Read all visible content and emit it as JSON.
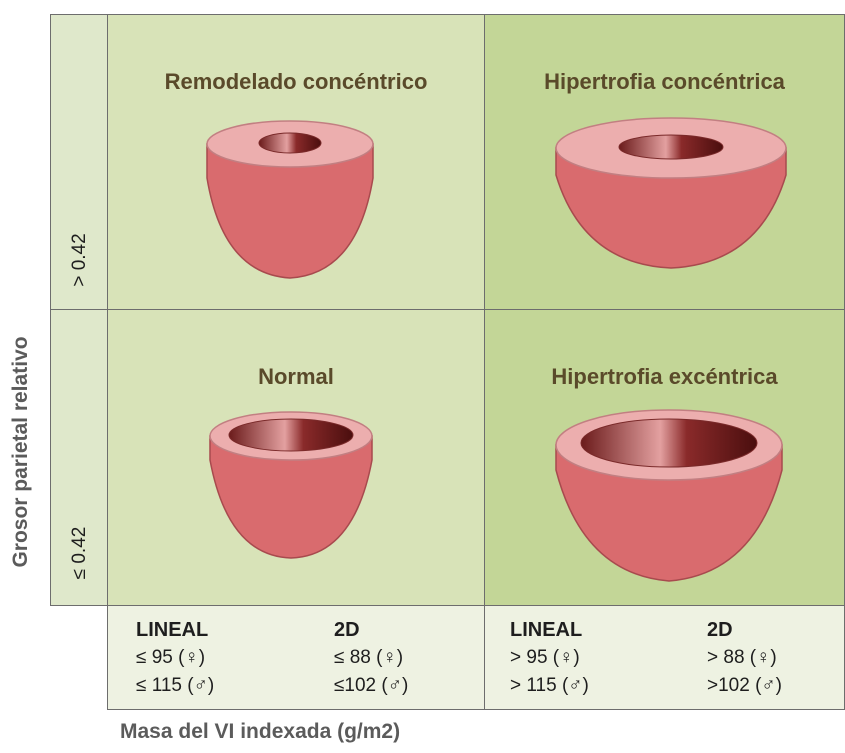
{
  "axes": {
    "y_title": "Grosor parietal relativo",
    "y_upper": "> 0.42",
    "y_lower": "≤ 0.42",
    "x_title": "Masa del VI indexada (g/m2)"
  },
  "quadrants": {
    "top_left": "Remodelado concéntrico",
    "top_right": "Hipertrofia concéntrica",
    "bottom_left": "Normal",
    "bottom_right": "Hipertrofia excéntrica"
  },
  "criteria": {
    "left": {
      "lineal_header": "LINEAL",
      "lineal_f": "≤ 95 (♀)",
      "lineal_m": "≤ 115 (♂)",
      "d2_header": "2D",
      "d2_f": "≤ 88 (♀)",
      "d2_m": "≤102 (♂)"
    },
    "right": {
      "lineal_header": "LINEAL",
      "lineal_f": "> 95  (♀)",
      "lineal_m": "> 115 (♂)",
      "d2_header": "2D",
      "d2_f": "> 88 (♀)",
      "d2_m": ">102 (♂)"
    }
  },
  "colors": {
    "heart_wall": "#d96b6e",
    "heart_rim": "#ecaeae",
    "cavity_dark": "#5e1414",
    "light_green": "#d8e3b8",
    "dark_green": "#c3d697"
  }
}
